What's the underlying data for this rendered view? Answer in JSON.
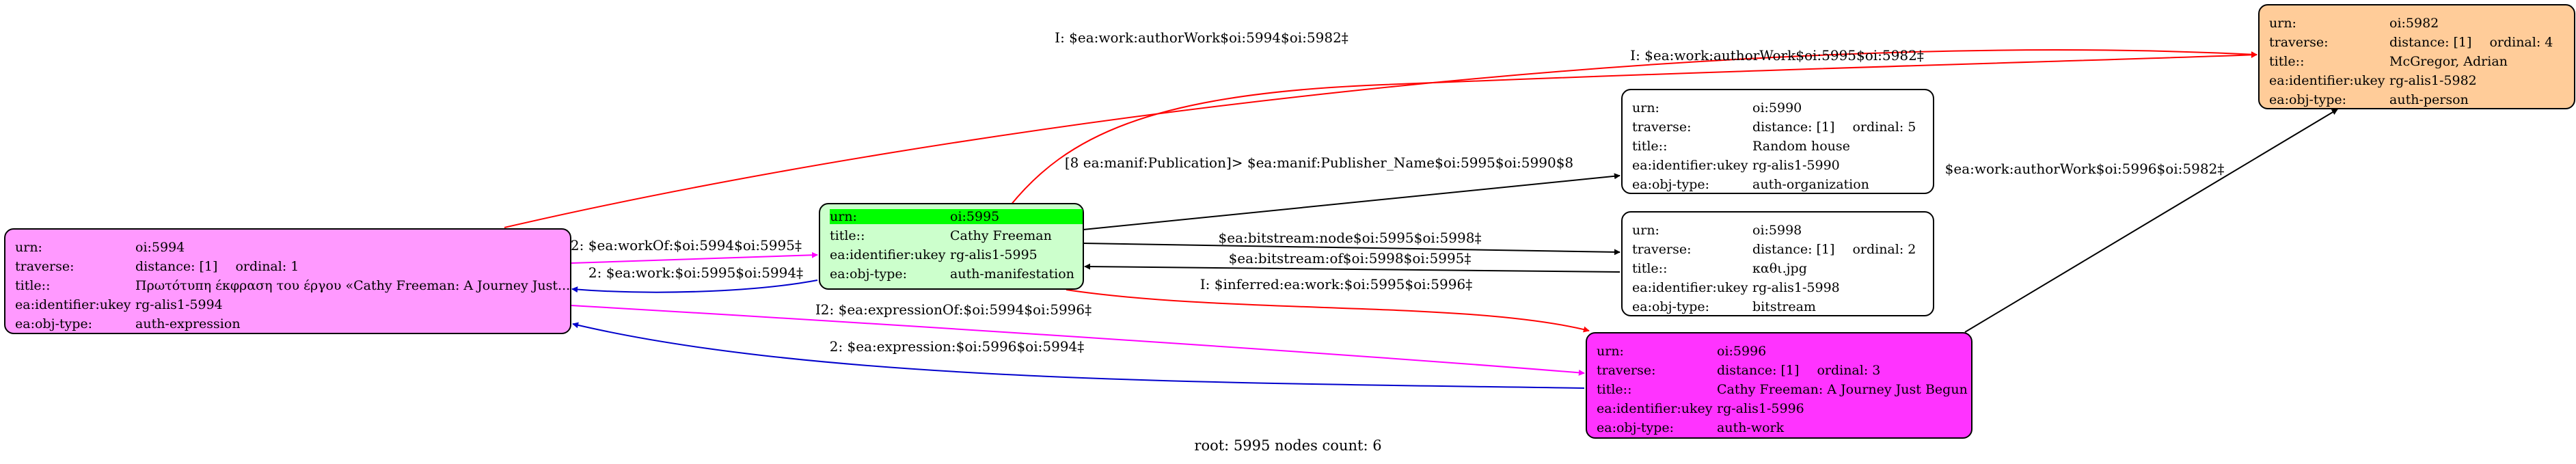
{
  "nodes": {
    "n5994": {
      "fill": "#ff99ff",
      "rows": [
        {
          "key": "urn:",
          "value": "oi:5994"
        },
        {
          "key": "traverse:",
          "value": "distance: [1]",
          "extra": "ordinal: 1"
        },
        {
          "key": "title::",
          "value": "Πρωτότυπη έκφραση του έργου «Cathy Freeman: A Journey Just..."
        },
        {
          "key": "ea:identifier:ukey",
          "value": "rg-alis1-5994"
        },
        {
          "key": "ea:obj-type:",
          "value": "auth-expression"
        }
      ]
    },
    "n5995": {
      "fill": "#ccffcc",
      "highlight": "#00ff00",
      "rows": [
        {
          "key": "urn:",
          "value": "oi:5995"
        },
        {
          "key": "title::",
          "value": "Cathy Freeman"
        },
        {
          "key": "ea:identifier:ukey",
          "value": "rg-alis1-5995"
        },
        {
          "key": "ea:obj-type:",
          "value": "auth-manifestation"
        }
      ]
    },
    "n5990": {
      "fill": "#ffffff",
      "rows": [
        {
          "key": "urn:",
          "value": "oi:5990"
        },
        {
          "key": "traverse:",
          "value": "distance: [1]",
          "extra": "ordinal: 5"
        },
        {
          "key": "title::",
          "value": "Random house"
        },
        {
          "key": "ea:identifier:ukey",
          "value": "rg-alis1-5990"
        },
        {
          "key": "ea:obj-type:",
          "value": "auth-organization"
        }
      ]
    },
    "n5998": {
      "fill": "#ffffff",
      "rows": [
        {
          "key": "urn:",
          "value": "oi:5998"
        },
        {
          "key": "traverse:",
          "value": "distance: [1]",
          "extra": "ordinal: 2"
        },
        {
          "key": "title::",
          "value": "καθι.jpg"
        },
        {
          "key": "ea:identifier:ukey",
          "value": "rg-alis1-5998"
        },
        {
          "key": "ea:obj-type:",
          "value": "bitstream"
        }
      ]
    },
    "n5996": {
      "fill": "#ff33ff",
      "rows": [
        {
          "key": "urn:",
          "value": "oi:5996"
        },
        {
          "key": "traverse:",
          "value": "distance: [1]",
          "extra": "ordinal: 3"
        },
        {
          "key": "title::",
          "value": "Cathy Freeman: A Journey Just Begun"
        },
        {
          "key": "ea:identifier:ukey",
          "value": "rg-alis1-5996"
        },
        {
          "key": "ea:obj-type:",
          "value": "auth-work"
        }
      ]
    },
    "n5982": {
      "fill": "#ffcc99",
      "rows": [
        {
          "key": "urn:",
          "value": "oi:5982"
        },
        {
          "key": "traverse:",
          "value": "distance: [1]",
          "extra": "ordinal: 4"
        },
        {
          "key": "title::",
          "value": "McGregor, Adrian"
        },
        {
          "key": "ea:identifier:ukey",
          "value": "rg-alis1-5982"
        },
        {
          "key": "ea:obj-type:",
          "value": "auth-person"
        }
      ]
    }
  },
  "edges": {
    "e1": {
      "label": "I: $ea:work:authorWork$oi:5994$oi:5982‡",
      "color": "#ff0000"
    },
    "e2": {
      "label": "I: $ea:work:authorWork$oi:5995$oi:5982‡",
      "color": "#ff0000"
    },
    "e3": {
      "label": "$ea:work:authorWork$oi:5996$oi:5982‡",
      "color": "#000000"
    },
    "e4": {
      "label": "[8 ea:manif:Publication]> $ea:manif:Publisher_Name$oi:5995$oi:5990$8",
      "color": "#000000"
    },
    "e5": {
      "label": "$ea:bitstream:node$oi:5995$oi:5998‡",
      "color": "#000000"
    },
    "e6": {
      "label": "$ea:bitstream:of$oi:5998$oi:5995‡",
      "color": "#000000"
    },
    "e7": {
      "label": "I: $inferred:ea:work:$oi:5995$oi:5996‡",
      "color": "#ff0000"
    },
    "e8": {
      "label": "I2: $ea:workOf:$oi:5994$oi:5995‡",
      "color": "#ff00ff"
    },
    "e9": {
      "label": "2: $ea:work:$oi:5995$oi:5994‡",
      "color": "#0000cc"
    },
    "e10": {
      "label": "I2: $ea:expressionOf:$oi:5994$oi:5996‡",
      "color": "#ff00ff"
    },
    "e11": {
      "label": "2: $ea:expression:$oi:5996$oi:5994‡",
      "color": "#0000cc"
    }
  },
  "footer": "root: 5995 nodes count: 6"
}
